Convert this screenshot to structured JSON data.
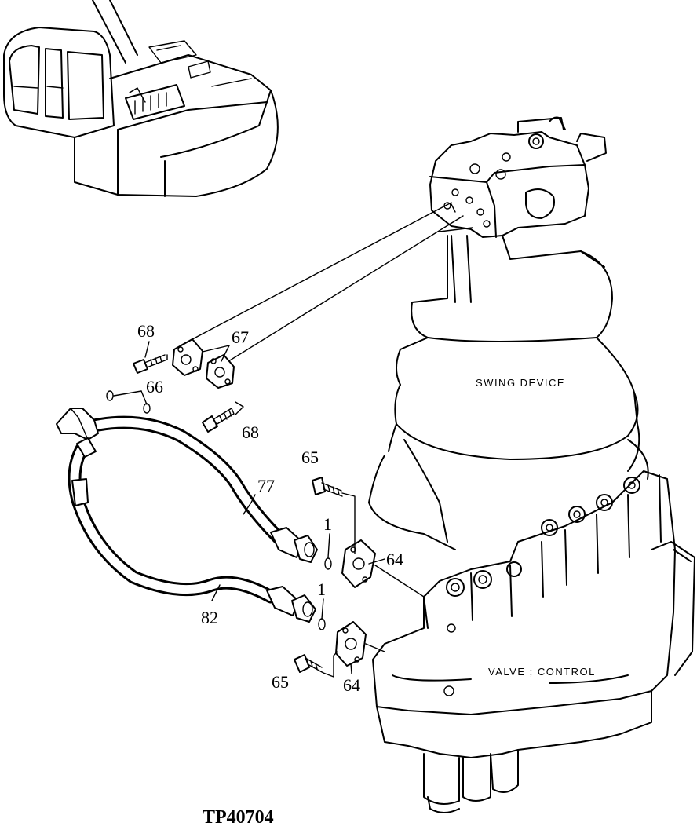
{
  "figure_id": "TP40704",
  "component_labels": {
    "swing_device": "SWING DEVICE",
    "control_valve": "VALVE ; CONTROL"
  },
  "callouts": {
    "c68a": "68",
    "c67": "67",
    "c66": "66",
    "c68b": "68",
    "c65a": "65",
    "c77": "77",
    "c1a": "1",
    "c64a": "64",
    "c1b": "1",
    "c82": "82",
    "c65b": "65",
    "c64b": "64"
  }
}
